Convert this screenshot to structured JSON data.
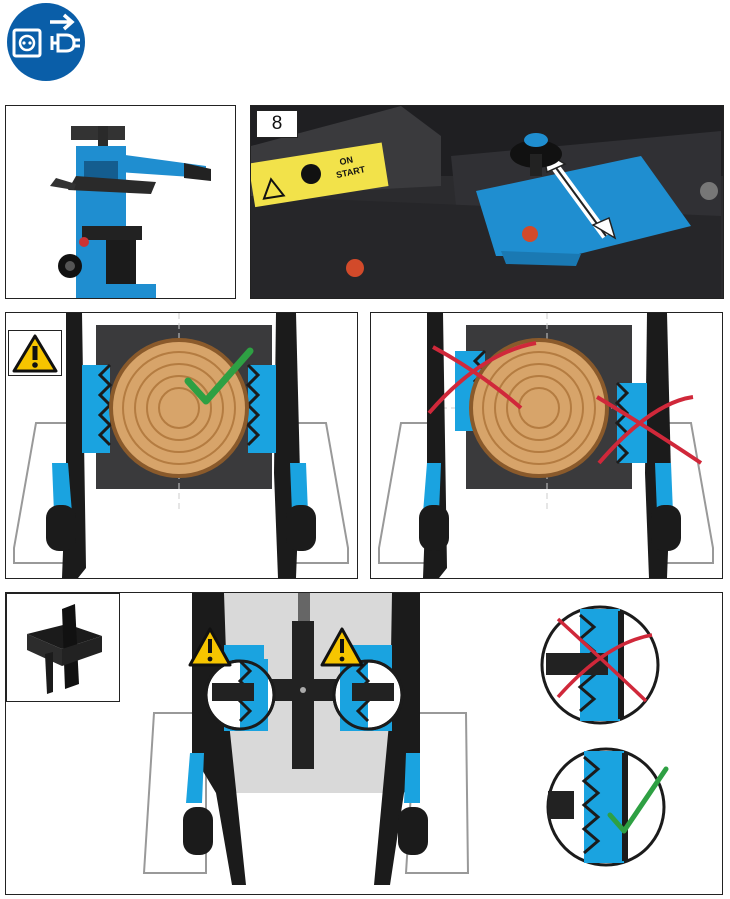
{
  "header": {
    "icon": "disconnect-power-plug-icon",
    "icon_color": "#0a5ea8"
  },
  "photo_panel": {
    "step_number": "8",
    "sticker_line1": "ON",
    "sticker_line2": "START"
  },
  "colors": {
    "accent_blue": "#1aa3e0",
    "dark": "#1a1a1a",
    "ok_green": "#2ea043",
    "error_red": "#d0283a",
    "warning_yellow": "#f6c500"
  }
}
